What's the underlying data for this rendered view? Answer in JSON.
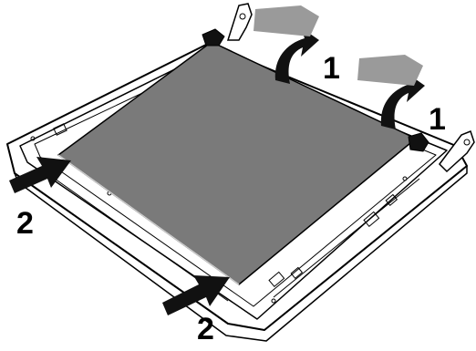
{
  "diagram": {
    "steps": [
      {
        "number": "1",
        "action": "lift"
      },
      {
        "number": "1",
        "action": "lift"
      },
      {
        "number": "2",
        "action": "push"
      },
      {
        "number": "2",
        "action": "push"
      }
    ],
    "colors": {
      "panel": "#7a7a7a",
      "frame": "#ffffff",
      "outline": "#000000",
      "arrow_dark": "#111111",
      "arrow_light": "#9a9a9a"
    }
  }
}
